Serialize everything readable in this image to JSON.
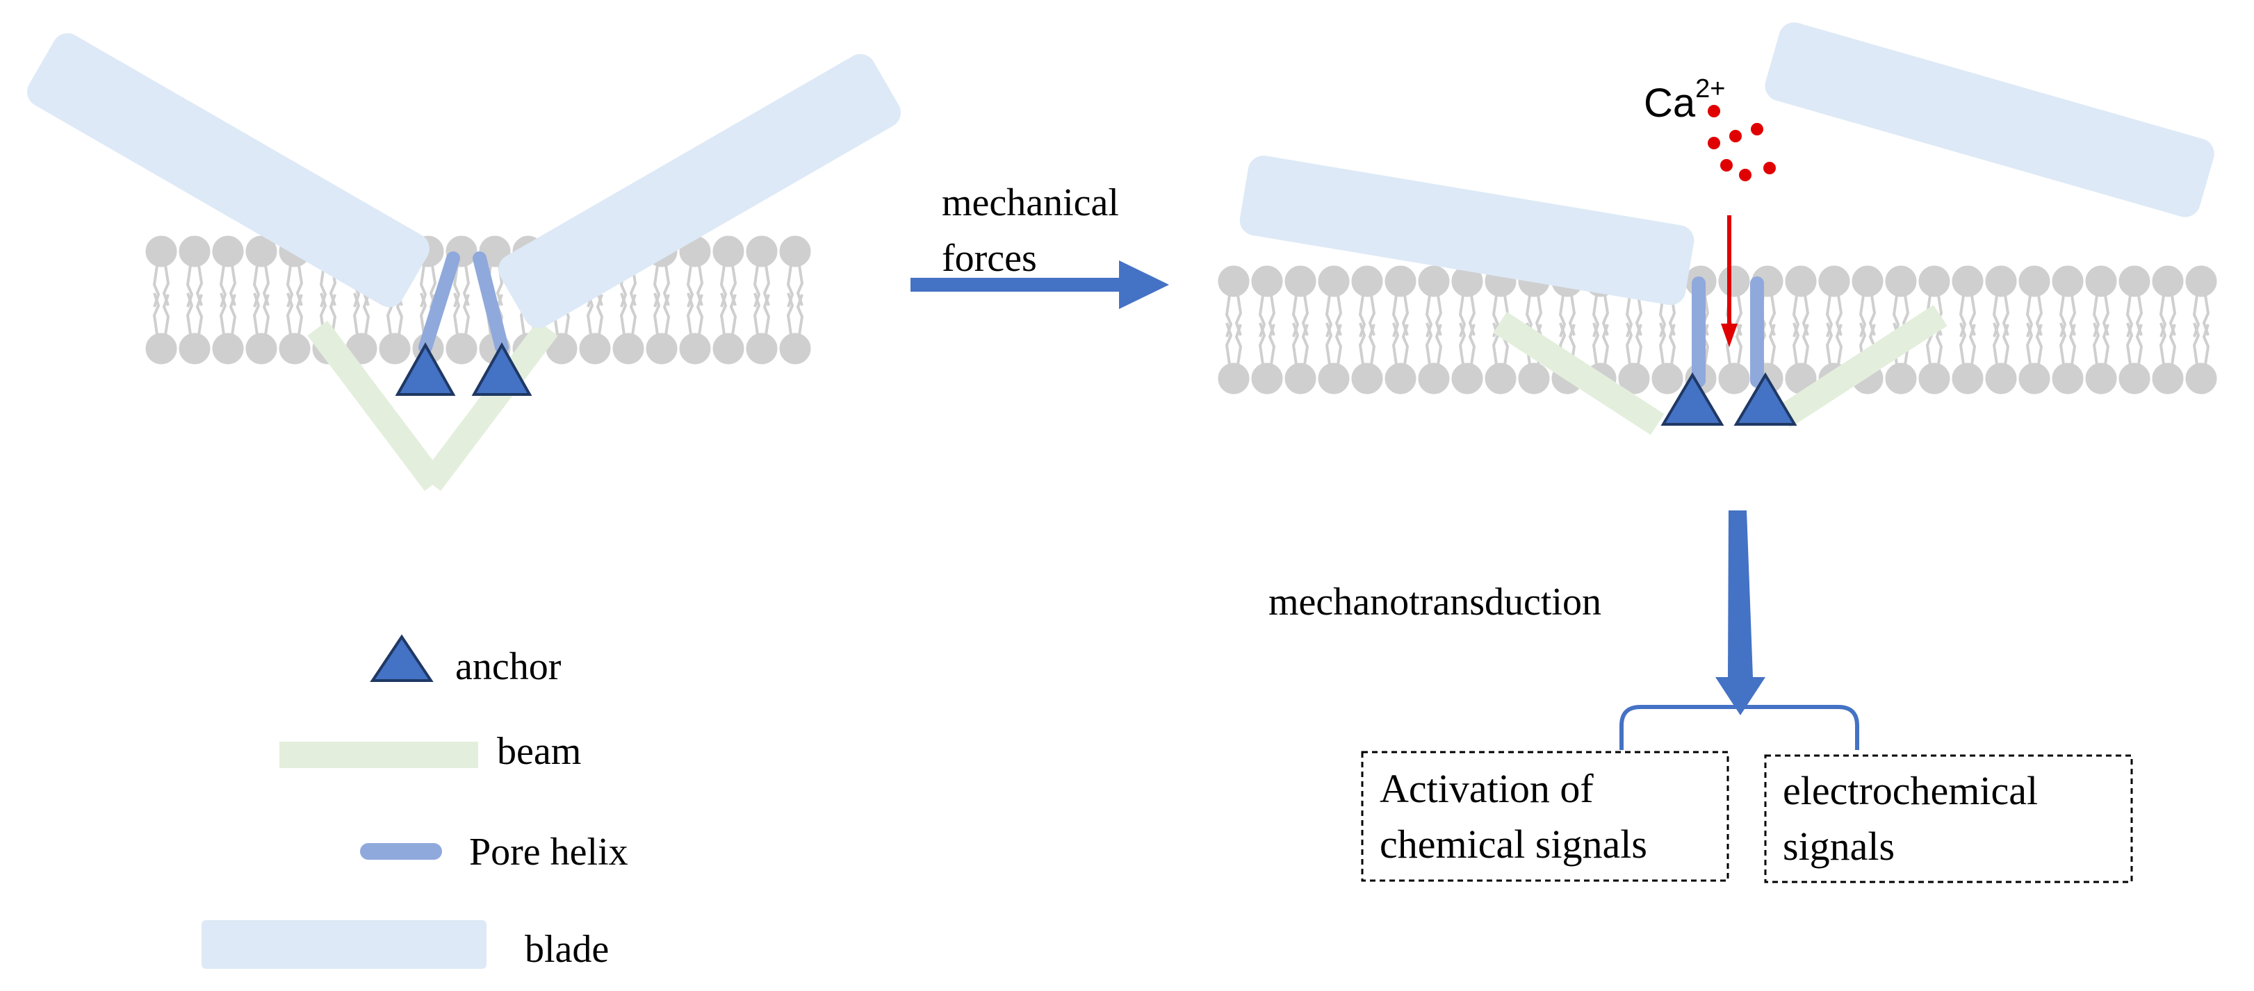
{
  "colors": {
    "blade": "#dde9f6",
    "beam": "#e3efdc",
    "pore_helix": "#8fa9dc",
    "anchor_fill": "#4472c4",
    "anchor_stroke": "#1f3864",
    "membrane": "#cfcfcf",
    "arrow": "#4472c4",
    "ion": "#e00000",
    "ion_arrow": "#e00000"
  },
  "labels": {
    "mechanical_forces_line1": "mechanical",
    "mechanical_forces_line2": "forces",
    "ion_base": "Ca",
    "ion_charge": "2+",
    "mechanotransduction": "mechanotransduction",
    "box_left_line1": "Activation of",
    "box_left_line2": "chemical signals",
    "box_right_line1": "electrochemical",
    "box_right_line2": "signals"
  },
  "legend": [
    {
      "symbol": "anchor",
      "label": "anchor"
    },
    {
      "symbol": "beam",
      "label": "beam"
    },
    {
      "symbol": "pore-helix",
      "label": "Pore helix"
    },
    {
      "symbol": "blade",
      "label": "blade"
    }
  ]
}
